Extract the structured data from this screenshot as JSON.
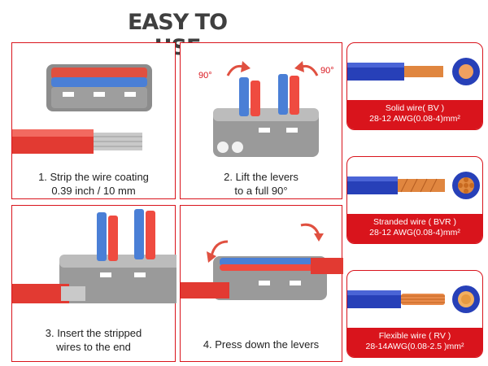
{
  "title": "EASY TO USE",
  "steps": [
    {
      "line1": "1. Strip the wire coating",
      "line2": "0.39 inch / 10 mm"
    },
    {
      "line1": "2. Lift the levers",
      "line2": "to a full 90°",
      "angle_left": "90°",
      "angle_right": "90°"
    },
    {
      "line1": "3. Insert the stripped",
      "line2": "wires to the end"
    },
    {
      "line1": "4. Press down the levers",
      "line2": ""
    }
  ],
  "wires": [
    {
      "name": "Solid wire( BV )",
      "spec": "28-12 AWG(0.08-4)mm²"
    },
    {
      "name": "Stranded wire ( BVR )",
      "spec": "28-12 AWG(0.08-4)mm²"
    },
    {
      "name": "Flexible wire ( RV )",
      "spec": "28-14AWG(0.08-2.5 )mm²"
    }
  ],
  "colors": {
    "accent": "#d9141c",
    "wire_blue": "#2740b8",
    "copper": "#e0863f",
    "connector_gray": "#8f8f8f",
    "lever_red": "#ef4b40",
    "lever_blue": "#3b7ee0"
  }
}
